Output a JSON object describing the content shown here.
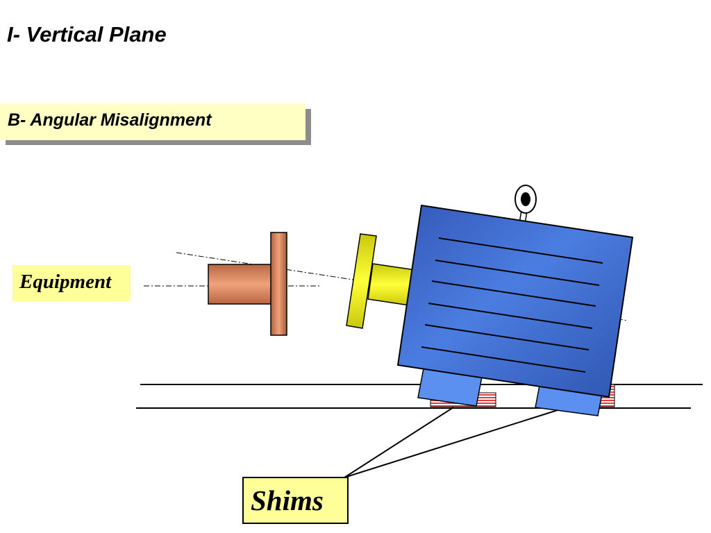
{
  "slide": {
    "title": "I- Vertical Plane",
    "subtitle": "B- Angular Misalignment"
  },
  "labels": {
    "equipment": "Equipment",
    "shims": "Shims"
  },
  "colors": {
    "subtitle_background": "#ffffc4",
    "subtitle_shadow": "#8c8c8c",
    "label_background": "#ffff99",
    "motor_body": "#3f66c4",
    "motor_feet": "#5b8ff0",
    "motor_coupling": "#e3e31a",
    "equipment_shaft": "#c8744a",
    "equipment_flange": "#b5673f",
    "shim": "#e23c3c"
  },
  "icons": {
    "lifting_eye": "lifting-eye-icon"
  }
}
